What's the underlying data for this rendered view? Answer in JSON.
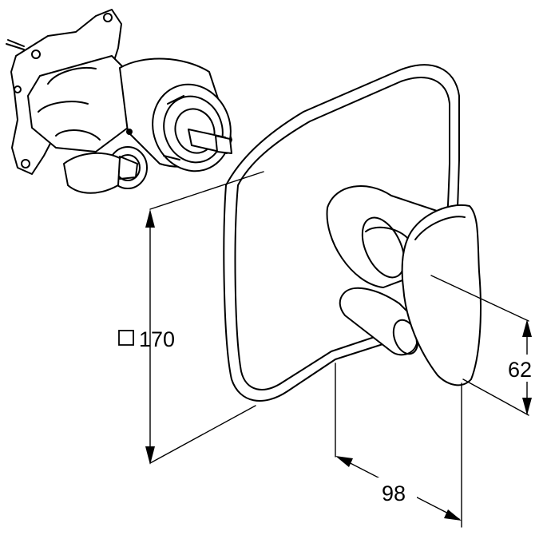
{
  "dimensions": {
    "plate_size": {
      "symbol": "square-symbol",
      "value": "170"
    },
    "height": {
      "value": "62"
    },
    "depth": {
      "value": "98"
    }
  },
  "colors": {
    "line": "#000000",
    "background": "#ffffff"
  },
  "icons": {
    "plate_size_symbol": "square-icon",
    "arrowheads": "arrowhead-icon"
  }
}
